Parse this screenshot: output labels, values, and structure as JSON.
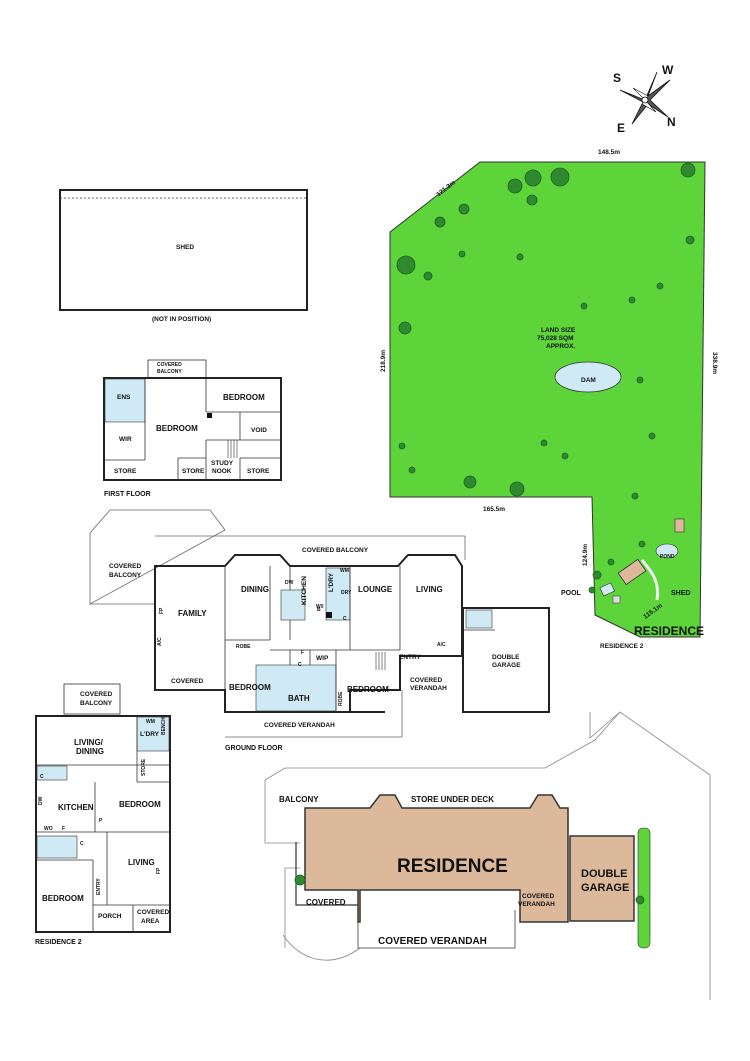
{
  "compass": {
    "s": "S",
    "w": "W",
    "e": "E",
    "n": "N"
  },
  "shed": {
    "label": "SHED",
    "note": "(NOT IN POSITION)"
  },
  "site": {
    "dim_top": "148.5m",
    "dim_topleft": "121.3m",
    "dim_left": "218.9m",
    "dim_right": "338.9m",
    "dim_bottom": "165.5m",
    "dim_lower_left": "124.9m",
    "dim_lower_bottom": "115.1m",
    "land_size": [
      "LAND SIZE",
      "75,028 SQM",
      "APPROX."
    ],
    "dam": "DAM",
    "pond": "POND",
    "pool": "POOL",
    "shed": "SHED",
    "residence": "RESIDENCE",
    "residence2": "RESIDENCE 2"
  },
  "first_floor": {
    "caption": "FIRST FLOOR",
    "covered_balcony": [
      "COVERED",
      "BALCONY"
    ],
    "ens": "ENS",
    "bedroom1": "BEDROOM",
    "bedroom2": "BEDROOM",
    "wir": "WIR",
    "void": "VOID",
    "study_nook": [
      "STUDY",
      "NOOK"
    ],
    "store1": "STORE",
    "store2": "STORE",
    "store3": "STORE"
  },
  "ground_floor": {
    "caption": "GROUND FLOOR",
    "covered_balcony_top": "COVERED BALCONY",
    "covered_balcony_left": [
      "COVERED",
      "BALCONY"
    ],
    "family": "FAMILY",
    "dining": "DINING",
    "kitchen": "KITCHEN",
    "ldry": "L'DRY",
    "lounge": "LOUNGE",
    "living": "LIVING",
    "double_garage": [
      "DOUBLE",
      "GARAGE"
    ],
    "covered": "COVERED",
    "robe1": "ROBE",
    "robe2": "ROBE",
    "bedroom1": "BEDROOM",
    "bath": "BATH",
    "bedroom2": "BEDROOM",
    "wip": "WIP",
    "entry": "ENTRY",
    "covered_verandah": "COVERED VERANDAH",
    "covered_verandah2": [
      "COVERED",
      "VERANDAH"
    ],
    "ac1": "A/C",
    "ac2": "A/C",
    "fp": "FP",
    "dw": "DW",
    "wm": "WM",
    "wi": "W/I",
    "dry": "DRY",
    "f": "F",
    "c1": "C",
    "c2": "C",
    "b": "B"
  },
  "residence2": {
    "caption": "RESIDENCE 2",
    "covered_balcony": [
      "COVERED",
      "BALCONY"
    ],
    "living_dining": [
      "LIVING/",
      "DINING"
    ],
    "ldry": "L'DRY",
    "store": "STORE",
    "kitchen": "KITCHEN",
    "bedroom1": "BEDROOM",
    "bedroom2": "BEDROOM",
    "living": "LIVING",
    "entry": "ENTRY",
    "porch": "PORCH",
    "covered_area": [
      "COVERED",
      "AREA"
    ],
    "wm": "WM",
    "bench": "BENCH",
    "c1": "C",
    "c2": "C",
    "dw": "DW",
    "wo": "WO",
    "f": "F",
    "p": "P",
    "fp": "FP"
  },
  "overview": {
    "balcony": "BALCONY",
    "store_under_deck": "STORE UNDER DECK",
    "residence": "RESIDENCE",
    "double_garage": [
      "DOUBLE",
      "GARAGE"
    ],
    "covered": "COVERED",
    "covered_verandah_small": [
      "COVERED",
      "VERANDAH"
    ],
    "covered_verandah": "COVERED VERANDAH"
  },
  "colors": {
    "land": "#5cd43a",
    "tree": "#2f8a2f",
    "water": "#cfe9f5",
    "residence": "#dcb99a",
    "wet_area": "#cfe9f5"
  }
}
